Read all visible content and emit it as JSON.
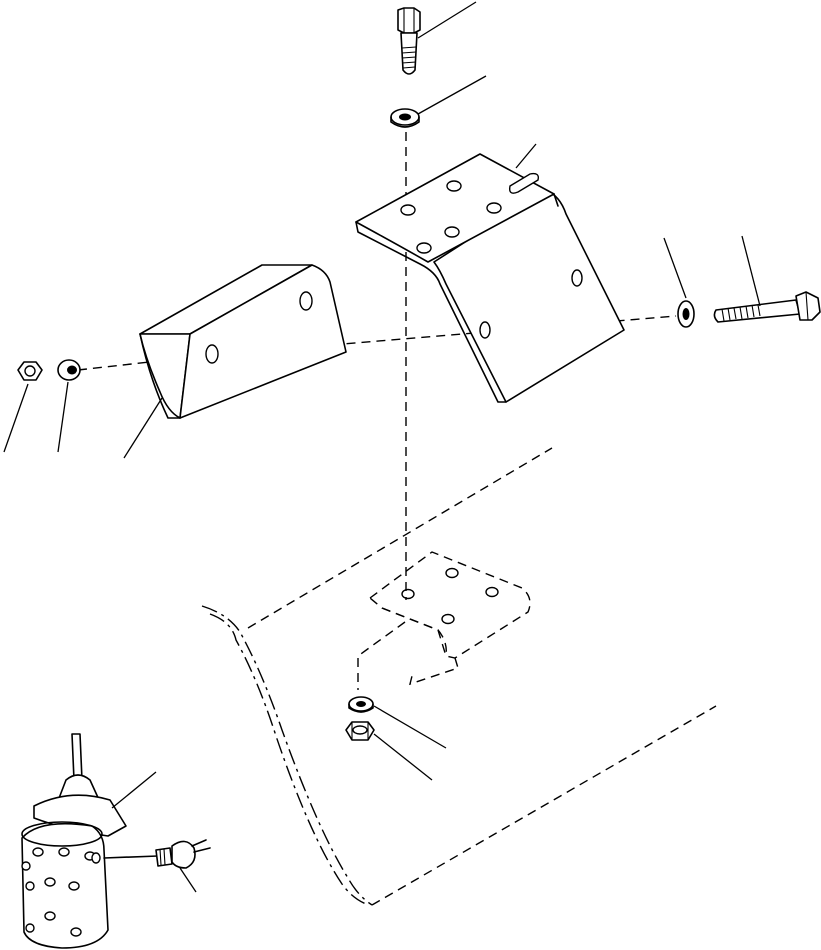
{
  "diagram": {
    "kind": "exploded-parts-view",
    "line_color": "#000000",
    "background": "#ffffff",
    "parts": [
      {
        "name": "top-bolt"
      },
      {
        "name": "top-washer"
      },
      {
        "name": "mounting-bracket"
      },
      {
        "name": "switch-box"
      },
      {
        "name": "left-nut"
      },
      {
        "name": "left-washer"
      },
      {
        "name": "right-washer"
      },
      {
        "name": "long-bolt"
      },
      {
        "name": "frame-mount-plate"
      },
      {
        "name": "bottom-washer"
      },
      {
        "name": "bottom-nut"
      },
      {
        "name": "joystick-control-valve"
      },
      {
        "name": "valve-connector"
      }
    ]
  }
}
